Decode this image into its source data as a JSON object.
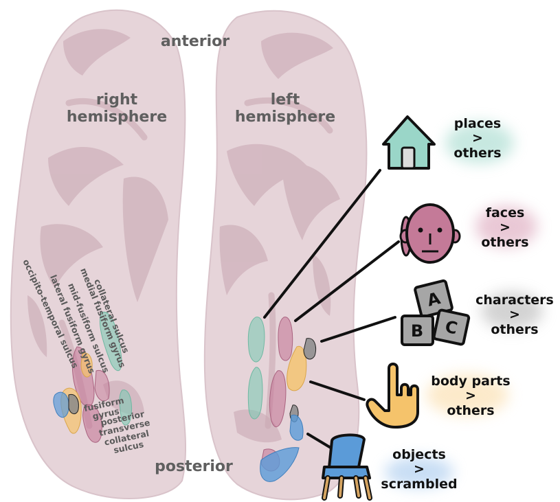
{
  "brain": {
    "anterior": "anterior",
    "posterior": "posterior",
    "right_hemisphere": [
      "right",
      "hemisphere"
    ],
    "left_hemisphere": [
      "left",
      "hemisphere"
    ]
  },
  "anatomy_labels": {
    "collateral_sulcus": "collateral sulcus",
    "medial_fusiform_gyrus": "medial fusiform gyrus",
    "mid_fusiform_sulcus": "mid-fusiform sulcus",
    "lateral_fusiform_gyrus": "lateral fusiform gyrus",
    "occipito_temporal_sulcus": "occipito-temporal sulcus",
    "fusiform_gyrus": [
      "fusiform",
      "gyrus"
    ],
    "posterior_transverse_collateral_sulcus": [
      "posterior",
      "transverse",
      "collateral",
      "sulcus"
    ]
  },
  "categories": [
    {
      "key": "places",
      "line1": "places",
      "line2": ">",
      "line3": "others",
      "icon": "house-icon",
      "color": "#7fc9b4"
    },
    {
      "key": "faces",
      "line1": "faces",
      "line2": ">",
      "line3": "others",
      "icon": "face-icon",
      "color": "#c47a98"
    },
    {
      "key": "characters",
      "line1": "characters",
      "line2": ">",
      "line3": "others",
      "icon": "letter-blocks-icon",
      "color": "#8a8a8a"
    },
    {
      "key": "body_parts",
      "line1": "body parts",
      "line2": ">",
      "line3": "others",
      "icon": "hand-icon",
      "color": "#f5c36b"
    },
    {
      "key": "objects",
      "line1": "objects",
      "line2": ">",
      "line3": "scrambled",
      "icon": "chair-icon",
      "color": "#5b9bd8"
    }
  ],
  "blocks": {
    "a": "A",
    "b": "B",
    "c": "C"
  }
}
